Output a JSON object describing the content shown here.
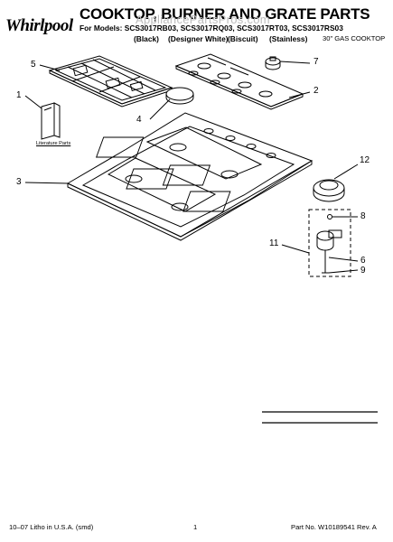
{
  "header": {
    "brand": "Whirlpool",
    "title": "COOKTOP, BURNER AND GRATE PARTS",
    "models_line": "For Models: SCS3017RB03, SCS3017RQ03, SCS3017RT03, SCS3017RS03",
    "finishes": [
      "(Black)",
      "(Designer White)",
      "(Biscuit)",
      "(Stainless)"
    ],
    "subtitle": "30\" GAS COOKTOP",
    "watermark": "AppliancePartsPros.com"
  },
  "diagram": {
    "literature_label": "Literature Parts",
    "callouts": [
      "1",
      "2",
      "3",
      "4",
      "5",
      "6",
      "7",
      "8",
      "9",
      "11",
      "12"
    ]
  },
  "footer": {
    "left": "10–07 Litho in U.S.A. (smd)",
    "page": "1",
    "part_number": "Part No. W10189541 Rev. A"
  }
}
